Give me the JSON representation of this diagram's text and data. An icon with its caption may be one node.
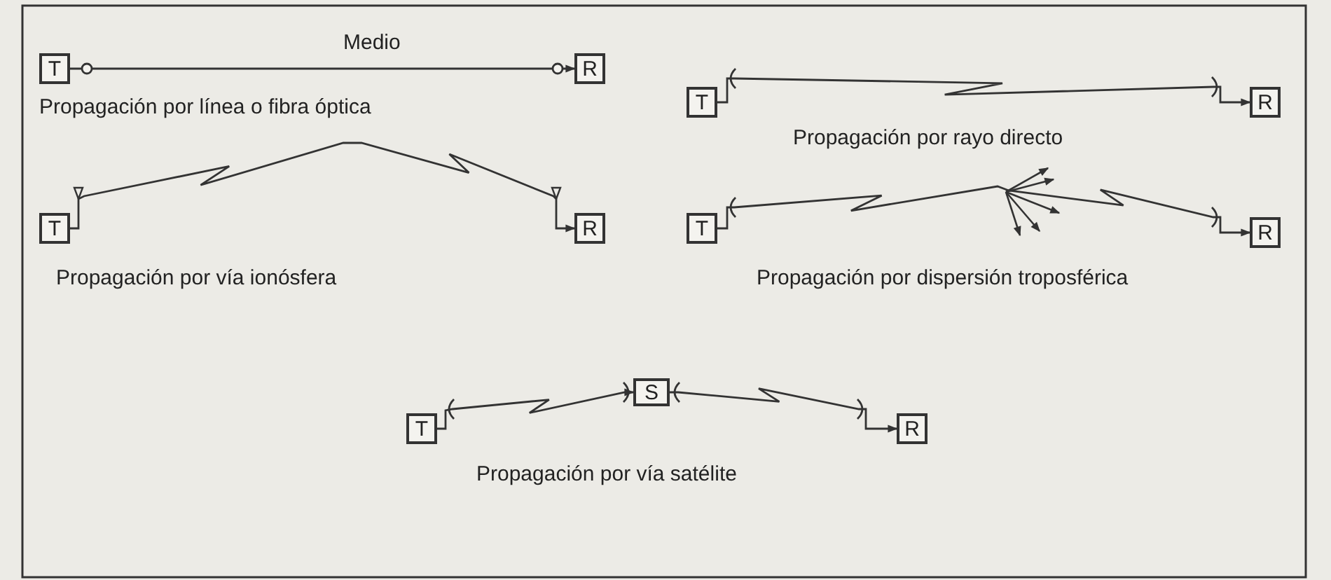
{
  "diagram": {
    "nodes": [
      {
        "text": [
          "T"
        ]
      },
      {
        "text": [
          "R"
        ]
      },
      {
        "text": [
          "T"
        ]
      },
      {
        "text": [
          "R"
        ]
      },
      {
        "text": [
          "T"
        ]
      },
      {
        "text": [
          "R"
        ]
      },
      {
        "text": [
          "T"
        ]
      },
      {
        "text": [
          "R"
        ]
      },
      {
        "text": [
          "T"
        ]
      },
      {
        "text": [
          "S"
        ]
      },
      {
        "text": [
          "R"
        ]
      }
    ],
    "edges": [
      {
        "from": 0,
        "to": 1,
        "arrow": "to",
        "label": "Medio"
      },
      {
        "from": 2,
        "to": 3,
        "arrow": "to"
      },
      {
        "from": 4,
        "to": 5,
        "arrow": "to"
      },
      {
        "from": 6,
        "to": 7,
        "arrow": "to"
      },
      {
        "from": 8,
        "to": 9,
        "arrow": "to"
      },
      {
        "from": 9,
        "to": 10,
        "arrow": "to"
      }
    ],
    "labels": [
      "Propagación por línea o fibra óptica",
      "Propagación por rayo directo",
      "Propagación por vía ionósfera",
      "Propagación por dispersión troposférica",
      "Propagación por vía satélite"
    ]
  }
}
